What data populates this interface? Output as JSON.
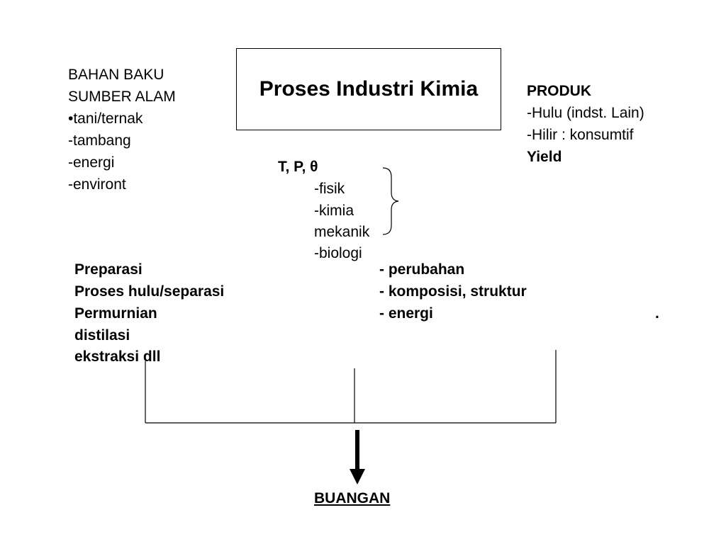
{
  "title": "Proses Industri Kimia",
  "raw_material": {
    "lines": [
      "BAHAN BAKU",
      "SUMBER ALAM",
      "•tani/ternak",
      "-tambang",
      "-energi",
      "-environt"
    ]
  },
  "product": {
    "heading": "PRODUK",
    "lines": [
      "-Hulu (indst. Lain)",
      "-Hilir : konsumtif"
    ],
    "yield_label": "Yield"
  },
  "conditions": {
    "heading": "T, P, θ",
    "items": [
      "-fisik",
      "-kimia",
      "mekanik",
      "-biologi"
    ]
  },
  "process_steps": [
    "Preparasi",
    "Proses hulu/separasi",
    "Permurnian",
    "distilasi",
    "ekstraksi dll"
  ],
  "changes": [
    "- perubahan",
    "- komposisi, struktur",
    "-  energi"
  ],
  "trailing_dot": ".",
  "waste_label": "BUANGAN"
}
